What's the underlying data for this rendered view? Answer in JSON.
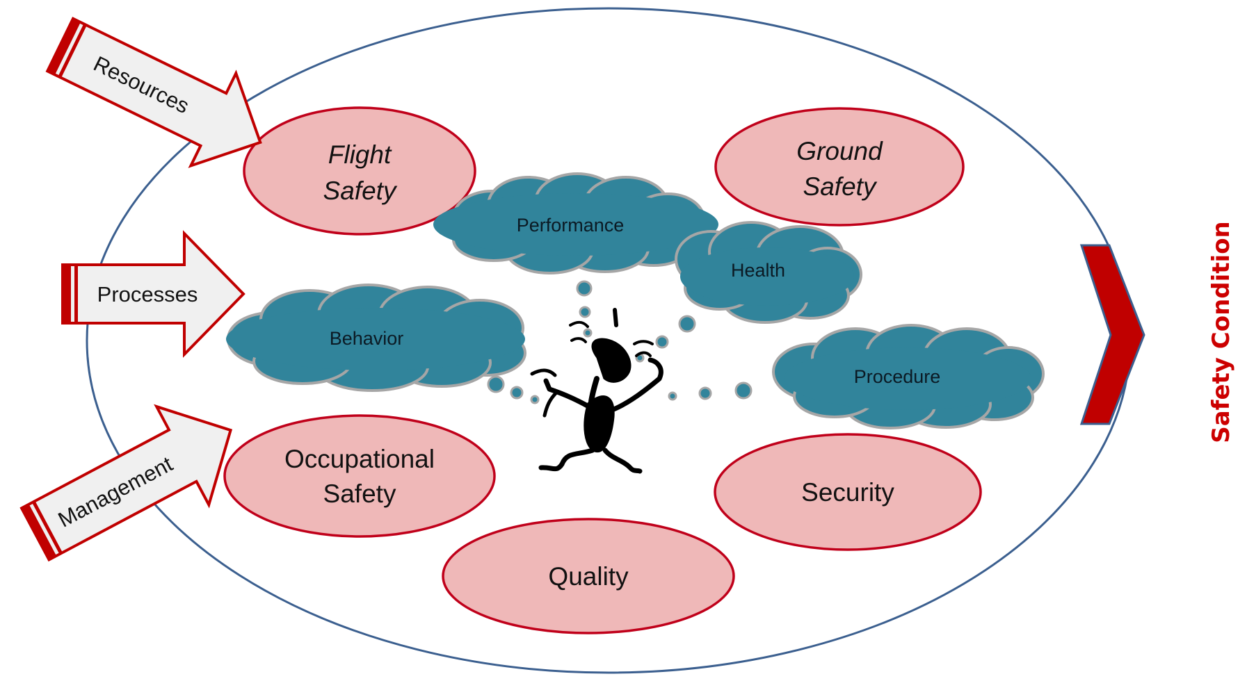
{
  "diagram": {
    "inputs": [
      {
        "id": "resources",
        "label": "Resources"
      },
      {
        "id": "processes",
        "label": "Processes"
      },
      {
        "id": "management",
        "label": "Management"
      }
    ],
    "domains": [
      {
        "id": "flight-safety",
        "line1": "Flight",
        "line2": "Safety",
        "italic": true
      },
      {
        "id": "ground-safety",
        "line1": "Ground",
        "line2": "Safety",
        "italic": true
      },
      {
        "id": "occupational-safety",
        "line1": "Occupational",
        "line2": "Safety",
        "italic": false
      },
      {
        "id": "security",
        "line1": "Security",
        "line2": "",
        "italic": false
      },
      {
        "id": "quality",
        "line1": "Quality",
        "line2": "",
        "italic": false
      }
    ],
    "factors": [
      {
        "id": "performance",
        "label": "Performance"
      },
      {
        "id": "health",
        "label": "Health"
      },
      {
        "id": "behavior",
        "label": "Behavior"
      },
      {
        "id": "procedure",
        "label": "Procedure"
      }
    ],
    "output_label": "Safety Condition",
    "colors": {
      "outer_ellipse_stroke": "#3b5f8f",
      "domain_fill": "#efb8b8",
      "domain_stroke": "#c0001a",
      "cloud_fill": "#31849b",
      "cloud_stroke": "#a6a6a6",
      "arrow_fill": "#f0f0f0",
      "arrow_stroke": "#c00000",
      "output_chevron": "#c00000",
      "output_label": "#cc0000"
    }
  }
}
